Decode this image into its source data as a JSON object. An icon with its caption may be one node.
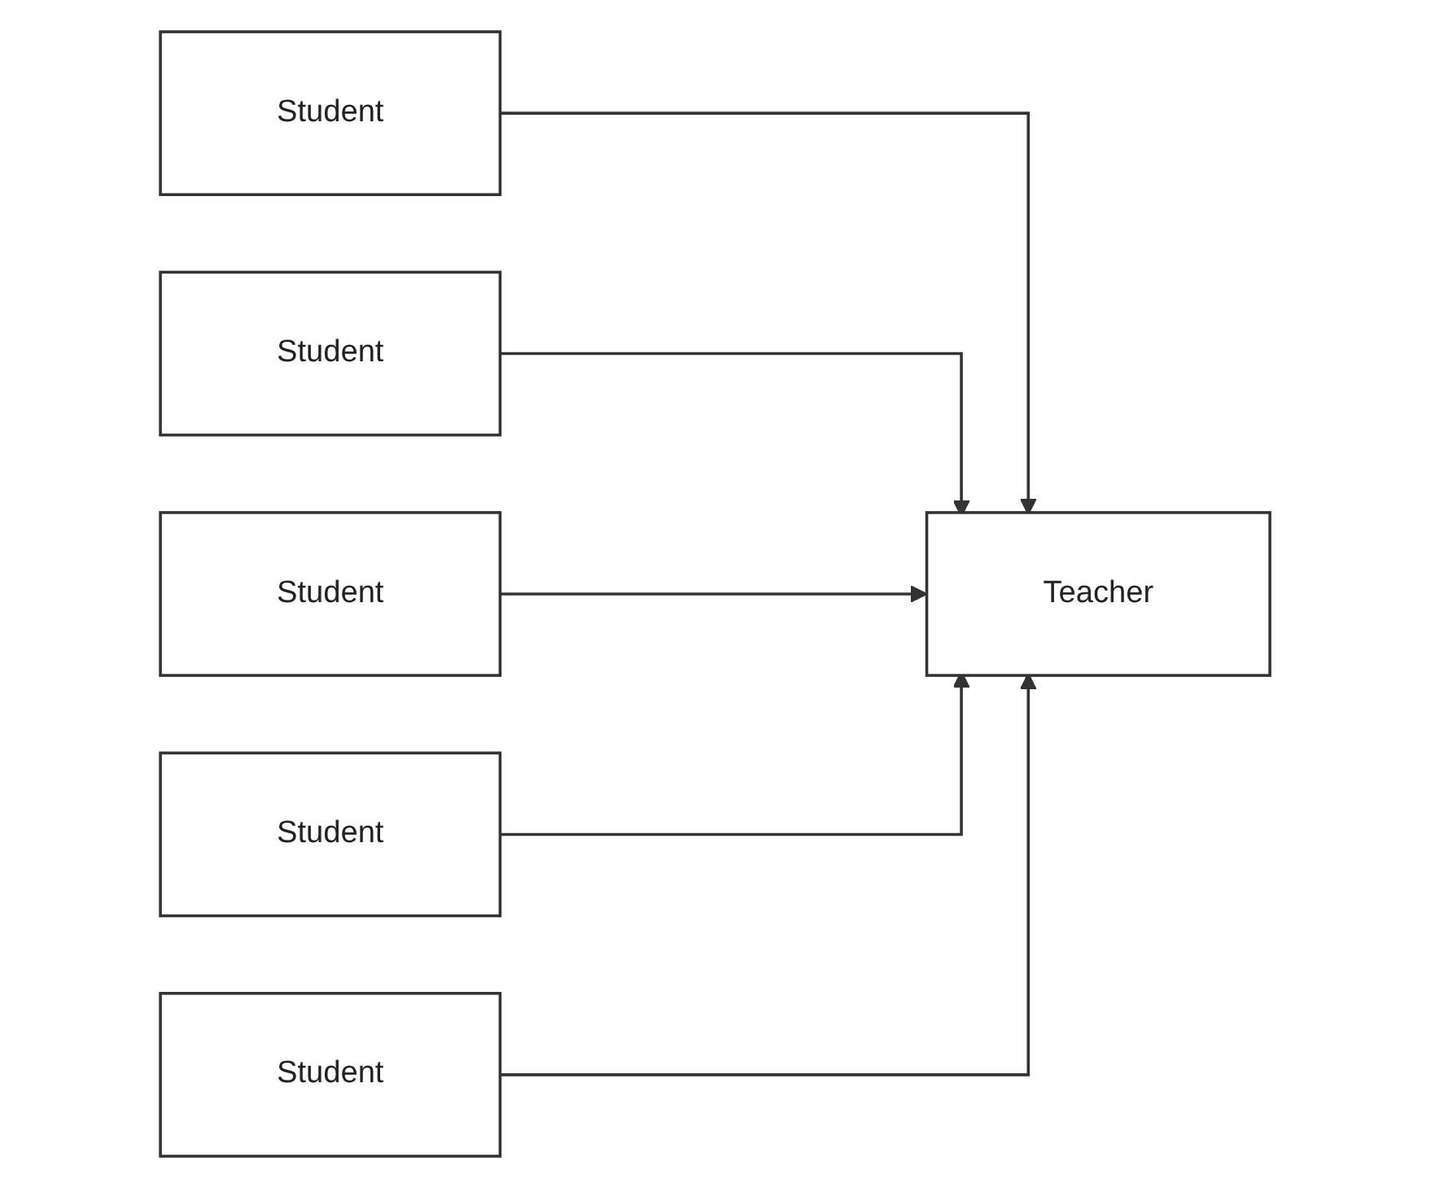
{
  "diagram": {
    "nodes": [
      {
        "text": [
          "Student"
        ]
      },
      {
        "text": [
          "Student"
        ]
      },
      {
        "text": [
          "Student"
        ]
      },
      {
        "text": [
          "Student"
        ]
      },
      {
        "text": [
          "Student"
        ]
      },
      {
        "text": [
          "Teacher"
        ]
      }
    ],
    "edges": [
      {
        "from": 0,
        "to": 5,
        "arrow": "to"
      },
      {
        "from": 1,
        "to": 5,
        "arrow": "to"
      },
      {
        "from": 2,
        "to": 5,
        "arrow": "to"
      },
      {
        "from": 3,
        "to": 5,
        "arrow": "to"
      },
      {
        "from": 4,
        "to": 5,
        "arrow": "to"
      }
    ]
  }
}
